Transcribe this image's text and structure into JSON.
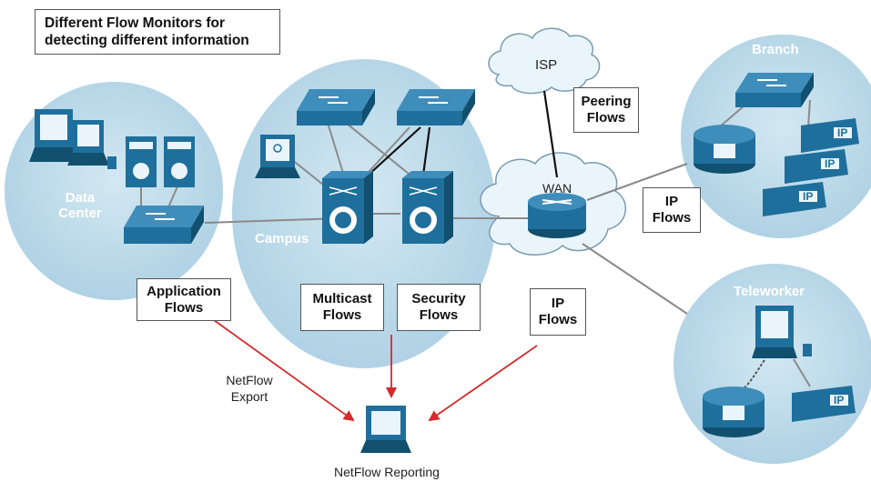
{
  "title": {
    "line1": "Different Flow Monitors for",
    "line2": "detecting different information"
  },
  "zones": {
    "data_center": {
      "line1": "Data",
      "line2": "Center"
    },
    "campus": "Campus",
    "branch": "Branch",
    "teleworker": "Teleworker"
  },
  "clouds": {
    "isp": "ISP",
    "wan": "WAN"
  },
  "flows": {
    "application": {
      "line1": "Application",
      "line2": "Flows"
    },
    "multicast": {
      "line1": "Multicast",
      "line2": "Flows"
    },
    "security": {
      "line1": "Security",
      "line2": "Flows"
    },
    "ip_bottom": {
      "line1": "IP",
      "line2": "Flows"
    },
    "peering": {
      "line1": "Peering",
      "line2": "Flows"
    },
    "ip_branch": {
      "line1": "IP",
      "line2": "Flows"
    }
  },
  "export": {
    "line1": "NetFlow",
    "line2": "Export"
  },
  "reporting": "NetFlow Reporting",
  "phone_label": "IP",
  "colors": {
    "zone_fill": "#bcd9e8",
    "device_blue": "#1f6f9c",
    "device_dark": "#11506f",
    "arrow_red": "#d42a2a",
    "cloud_fill": "#e9f4fa"
  }
}
